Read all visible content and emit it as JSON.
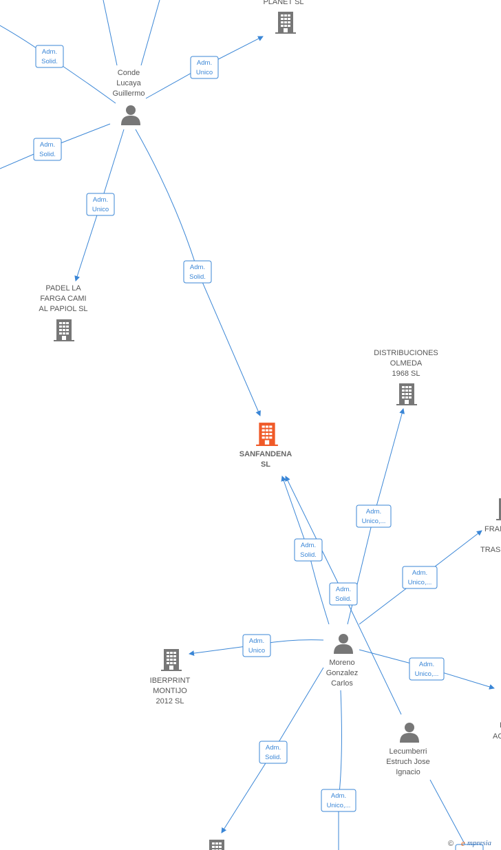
{
  "colors": {
    "edge": "#3a86d6",
    "building": "#777777",
    "building_main": "#f05a28",
    "person": "#777777",
    "brand": "#f07020"
  },
  "nodes": {
    "planet": {
      "lines": [
        "PLANET  SL"
      ],
      "icon": "building-icon"
    },
    "conde": {
      "lines": [
        "Conde",
        "Lucaya",
        "Guillermo"
      ],
      "icon": "person-icon"
    },
    "padel": {
      "lines": [
        "PADEL LA",
        "FARGA CAMI",
        "AL PAPIOL  SL"
      ],
      "icon": "building-icon"
    },
    "distribuciones": {
      "lines": [
        "DISTRIBUCIONES",
        "OLMEDA",
        "1968  SL"
      ],
      "icon": "building-icon"
    },
    "sanfandena": {
      "lines": [
        "SANFANDENA",
        "SL"
      ],
      "icon": "building-icon"
    },
    "fran": {
      "lines": [
        "FRAN",
        "TRAS"
      ],
      "icon": "building-icon"
    },
    "moreno": {
      "lines": [
        "Moreno",
        "Gonzalez",
        "Carlos"
      ],
      "icon": "person-icon"
    },
    "iberprint": {
      "lines": [
        "IBERPRINT",
        "MONTIJO",
        "2012 SL"
      ],
      "icon": "building-icon"
    },
    "ac": {
      "lines": [
        "I",
        "AC"
      ],
      "icon": "building-icon"
    },
    "lecumberri": {
      "lines": [
        "Lecumberri",
        "Estruch Jose",
        "Ignacio"
      ],
      "icon": "person-icon"
    },
    "bottom": {
      "lines": [],
      "icon": "building-icon"
    }
  },
  "edge_labels": {
    "e1": [
      "Adm.",
      "Solid."
    ],
    "e2": [
      "Adm.",
      "Unico"
    ],
    "e3": [
      "Adm.",
      "Solid."
    ],
    "e4": [
      "Adm.",
      "Unico"
    ],
    "e5": [
      "Adm.",
      "Solid."
    ],
    "e6": [
      "Adm.",
      "Unico,..."
    ],
    "e7": [
      "Adm.",
      "Solid."
    ],
    "e8": [
      "Adm.",
      "Solid."
    ],
    "e9": [
      "Adm.",
      "Unico,..."
    ],
    "e10": [
      "Adm.",
      "Unico"
    ],
    "e11": [
      "Adm.",
      "Unico,..."
    ],
    "e12": [
      "Adm.",
      "Solid."
    ],
    "e13": [
      "Adm.",
      "Unico,..."
    ]
  },
  "footer": {
    "copyright": "©",
    "brand": "mpresia",
    "brand_initial": "e"
  }
}
